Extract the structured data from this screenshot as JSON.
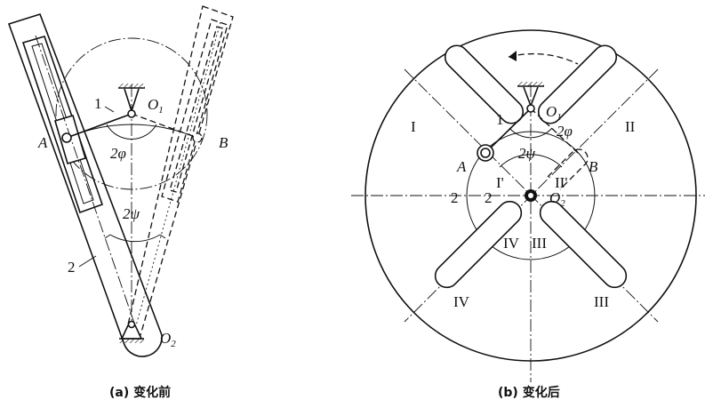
{
  "left": {
    "caption": "(a) 变化前",
    "o1": "O",
    "o1_sub": "1",
    "o2": "O",
    "o2_sub": "2",
    "a": "A",
    "b": "B",
    "link1": "1",
    "link2": "2",
    "angle_phi": "2φ",
    "angle_psi": "2ψ"
  },
  "right": {
    "caption": "(b) 变化后",
    "o1": "O",
    "o1_sub": "1",
    "o2": "O",
    "o2_sub": "2",
    "a": "A",
    "b": "B",
    "link1": "1",
    "link2a": "2",
    "link2b": "2",
    "angle_phi": "2φ",
    "angle_psi": "2ψ",
    "slot1": "I",
    "slot2": "II",
    "slot3": "III",
    "slot4": "IV",
    "slot1p": "I'",
    "slot2p": "II'",
    "inner3": "III",
    "inner4": "IV"
  }
}
